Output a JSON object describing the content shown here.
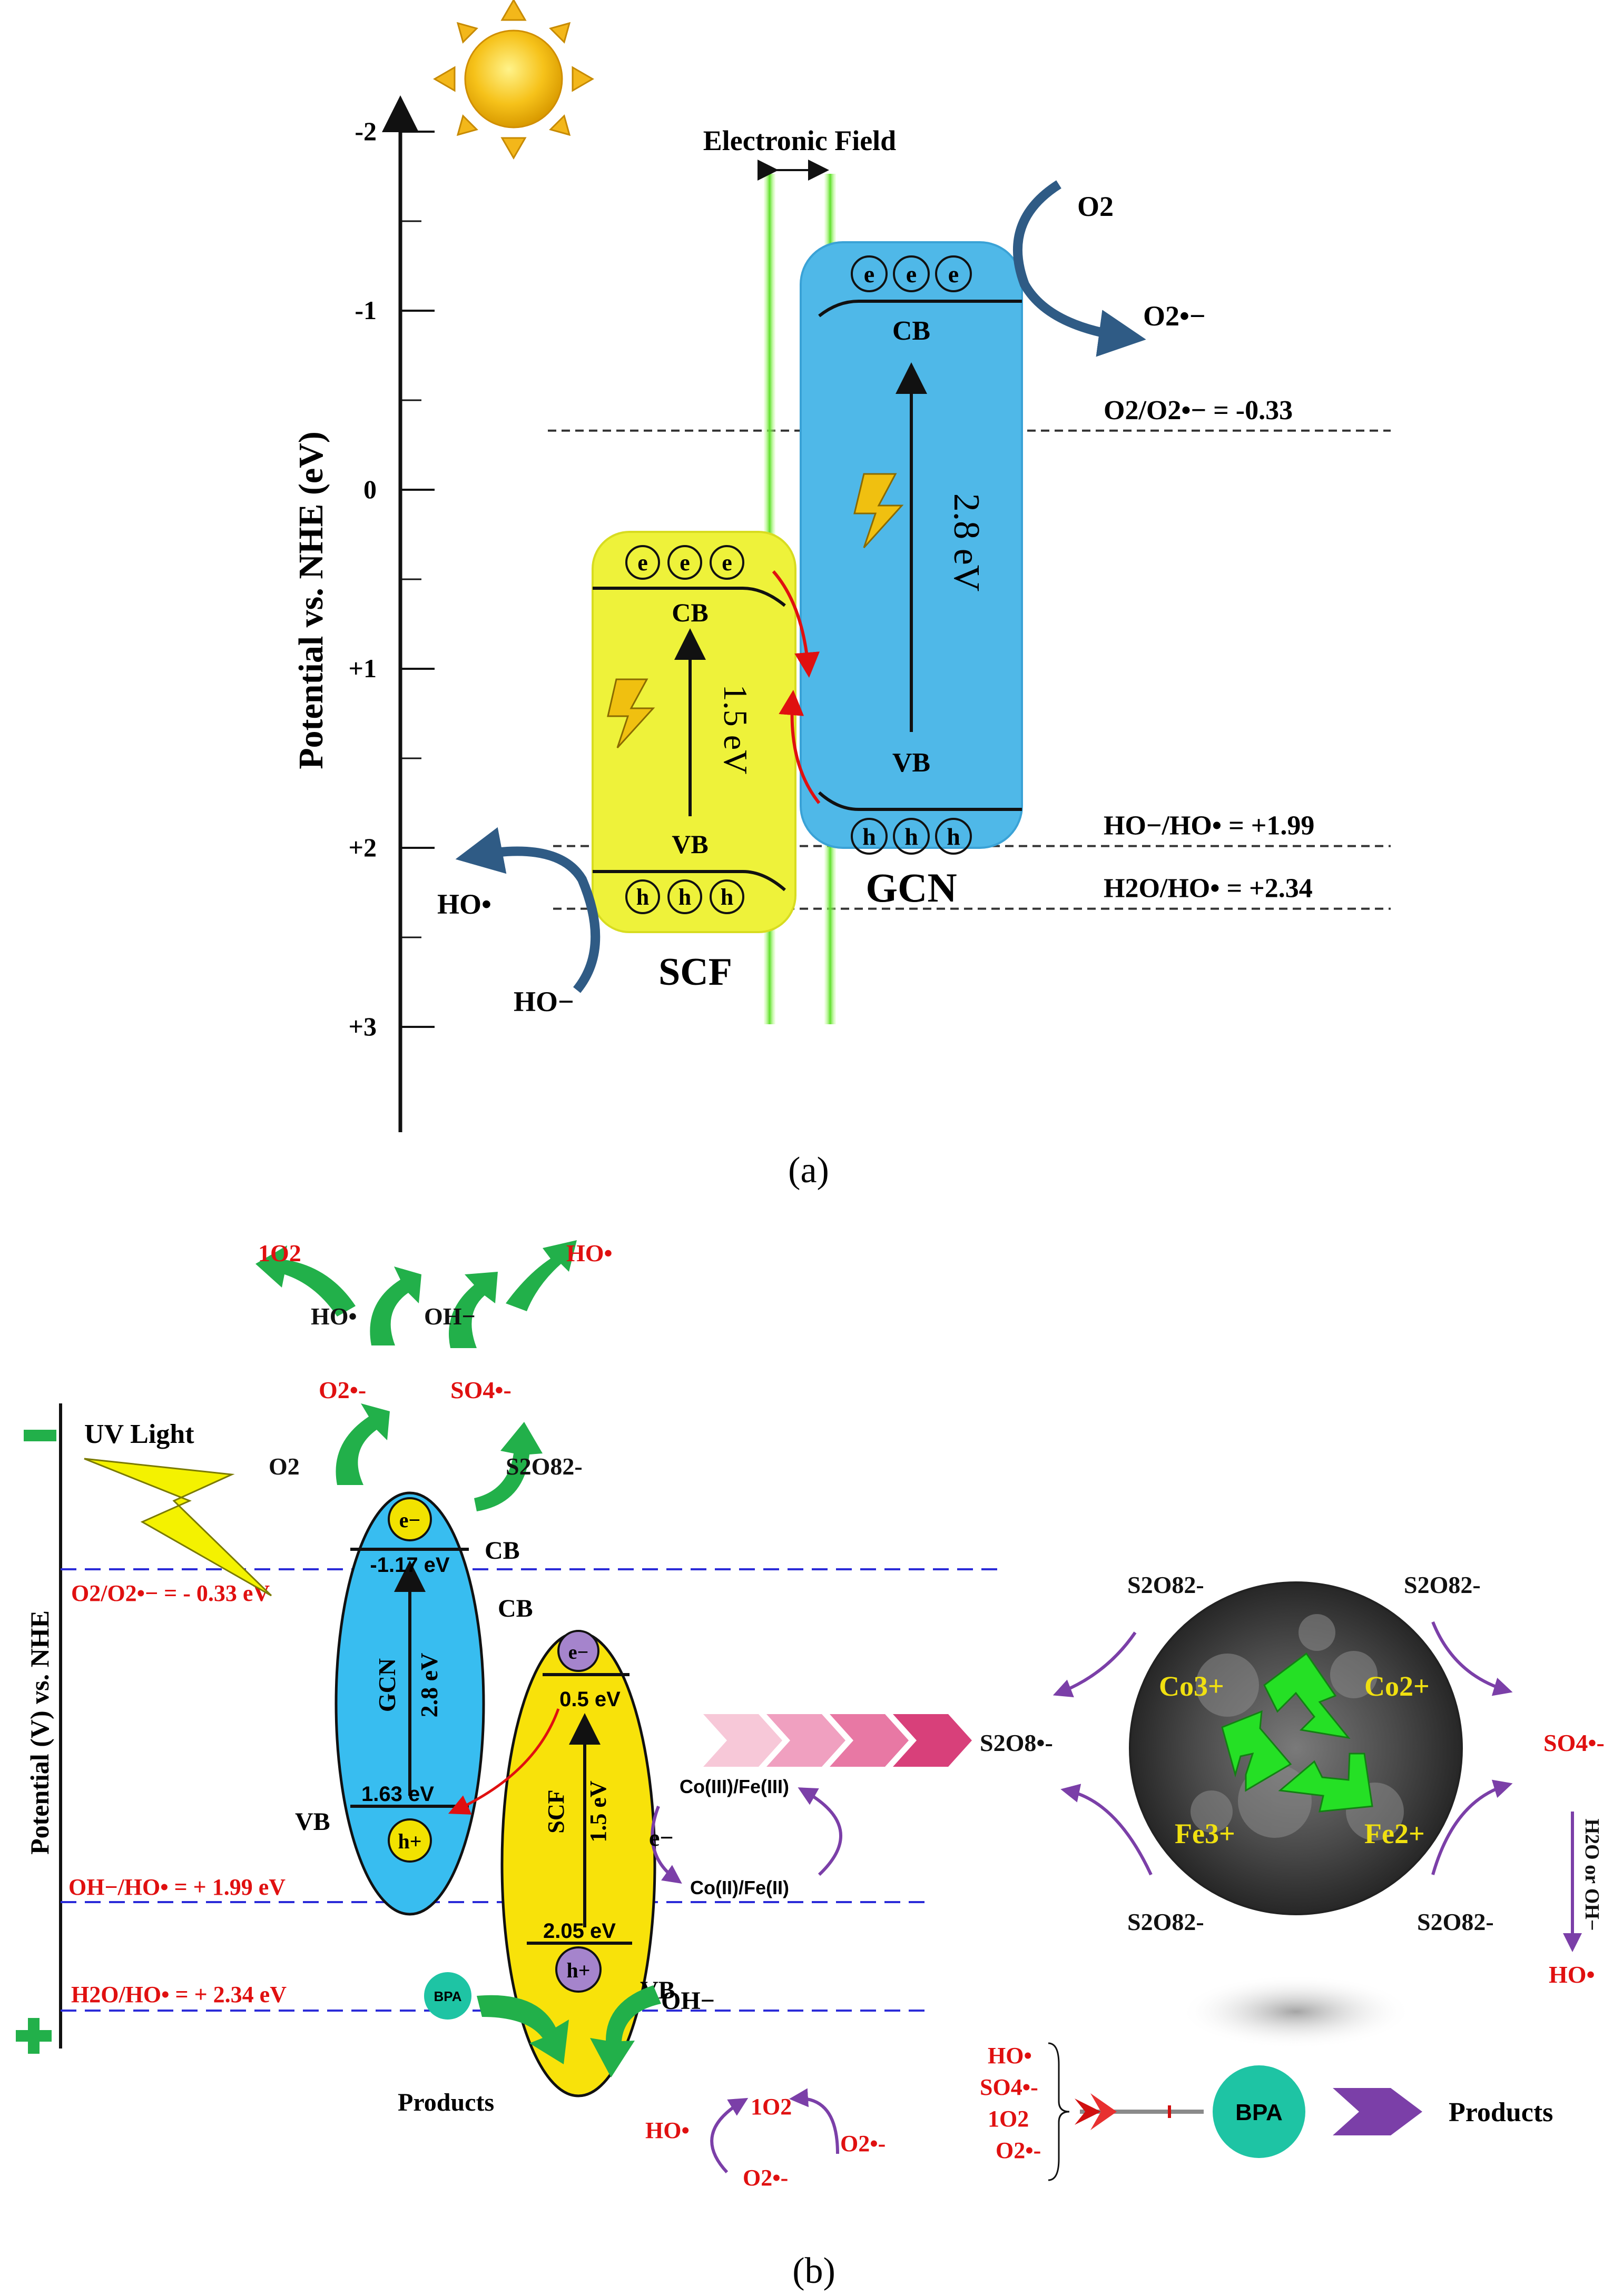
{
  "colors": {
    "gcn_blue": "#4fb8e8",
    "scf_yellow": "#eef23a",
    "gcn_b_blue": "#38bdf0",
    "scf_b_yellow": "#f8e20a",
    "field_green": "#86f046",
    "arrow_navy": "#2f5b85",
    "arrow_green": "#22b04a",
    "arrow_purple": "#7b3fa8",
    "label_red": "#e01010",
    "bpa_teal": "#1ec4a4",
    "chevron_pink": "#e0508a",
    "recycle_green": "#25e025",
    "ion_yellow": "#f0e010"
  },
  "panel_a": {
    "caption": "(a)",
    "ylabel": "Potential vs. NHE (eV)",
    "ticks": [
      {
        "value": -2,
        "label": "-2"
      },
      {
        "value": -1,
        "label": "-1"
      },
      {
        "value": 0,
        "label": "0"
      },
      {
        "value": 1,
        "label": "+1"
      },
      {
        "value": 2,
        "label": "+2"
      },
      {
        "value": 3,
        "label": "+3"
      }
    ],
    "electronic_field_label": "Electronic Field",
    "gcn": {
      "name": "GCN",
      "gap": "2.8 eV",
      "cb": "CB",
      "vb": "VB",
      "electron": "e",
      "hole": "h"
    },
    "scf": {
      "name": "SCF",
      "gap": "1.5 eV",
      "cb": "CB",
      "vb": "VB",
      "electron": "e",
      "hole": "h"
    },
    "levels": [
      {
        "value": -0.33,
        "label": "O2/O2•− = -0.33"
      },
      {
        "value": 1.99,
        "label": "HO−/HO• = +1.99"
      },
      {
        "value": 2.34,
        "label": "H2O/HO• = +2.34"
      }
    ],
    "o2": "O2",
    "o2_radical": "O2•−",
    "ho_radical": "HO•",
    "ho_minus": "HO−"
  },
  "panel_b": {
    "caption": "(b)",
    "ylabel": "Potential (V) vs. NHE",
    "uv_light": "UV Light",
    "minus_sign": "−",
    "plus_sign": "+",
    "levels": [
      {
        "label": "O2/O2•− = - 0.33 eV"
      },
      {
        "label": "OH−/HO• = + 1.99 eV"
      },
      {
        "label": "H2O/HO• = + 2.34 eV"
      }
    ],
    "gcn": {
      "name": "GCN",
      "gap": "2.8 eV",
      "cb_value": "-1.17 eV",
      "vb_value": "1.63 eV",
      "cb": "CB",
      "vb": "VB",
      "electron": "e−",
      "hole": "h+"
    },
    "scf": {
      "name": "SCF",
      "gap": "1.5 eV",
      "cb_value": "0.5 eV",
      "vb_value": "2.05 eV",
      "cb": "CB",
      "vb": "VB",
      "electron": "e−",
      "hole": "h+"
    },
    "top_species": {
      "o2": "O2",
      "s2o8": "S2O82-",
      "o2_radical": "O2•-",
      "so4_radical": "SO4•-",
      "ho_radical": "HO•",
      "oh_minus": "OH−",
      "singlet_o2": "1O2",
      "ho_product": "HO•"
    },
    "bottom_species": {
      "bpa": "BPA",
      "products": "Products",
      "oh_minus": "OH−",
      "ho_radical": "HO•",
      "singlet_o2": "1O2",
      "o2_radical_left": "O2•-",
      "o2_radical_right": "O2•-"
    },
    "cofe": {
      "upper": "Co(III)/Fe(III)",
      "lower": "Co(II)/Fe(II)",
      "electron": "e−"
    },
    "cycle": {
      "s2o8_radical": "S2O8•-",
      "s2o8_tl": "S2O82-",
      "s2o8_tr": "S2O82-",
      "s2o8_bl": "S2O82-",
      "s2o8_br": "S2O82-",
      "so4_radical": "SO4•-",
      "h2o_oh": "H2O or OH−",
      "ho_radical": "HO•",
      "co3": "Co3+",
      "co2": "Co2+",
      "fe3": "Fe3+",
      "fe2": "Fe2+"
    },
    "attack": {
      "species": [
        "HO•",
        "SO4•-",
        "1O2",
        "O2•-"
      ],
      "bpa": "BPA",
      "products": "Products"
    }
  }
}
